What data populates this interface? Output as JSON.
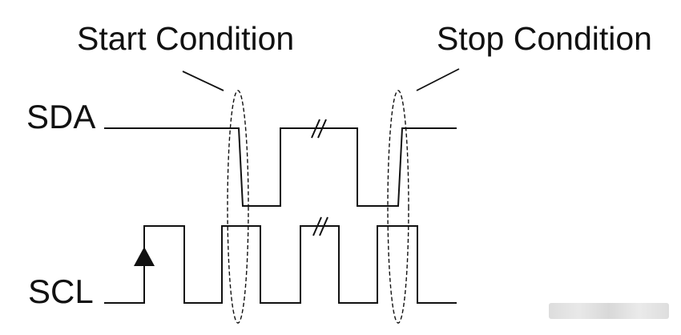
{
  "labels": {
    "start": "Start Condition",
    "stop": "Stop Condition",
    "sda": "SDA",
    "scl": "SCL"
  },
  "colors": {
    "line": "#111111",
    "dashed": "#111111",
    "background": "#ffffff"
  },
  "icons": {
    "rising_edge": "arrow-up-triangle",
    "break_mark": "double-slash"
  }
}
